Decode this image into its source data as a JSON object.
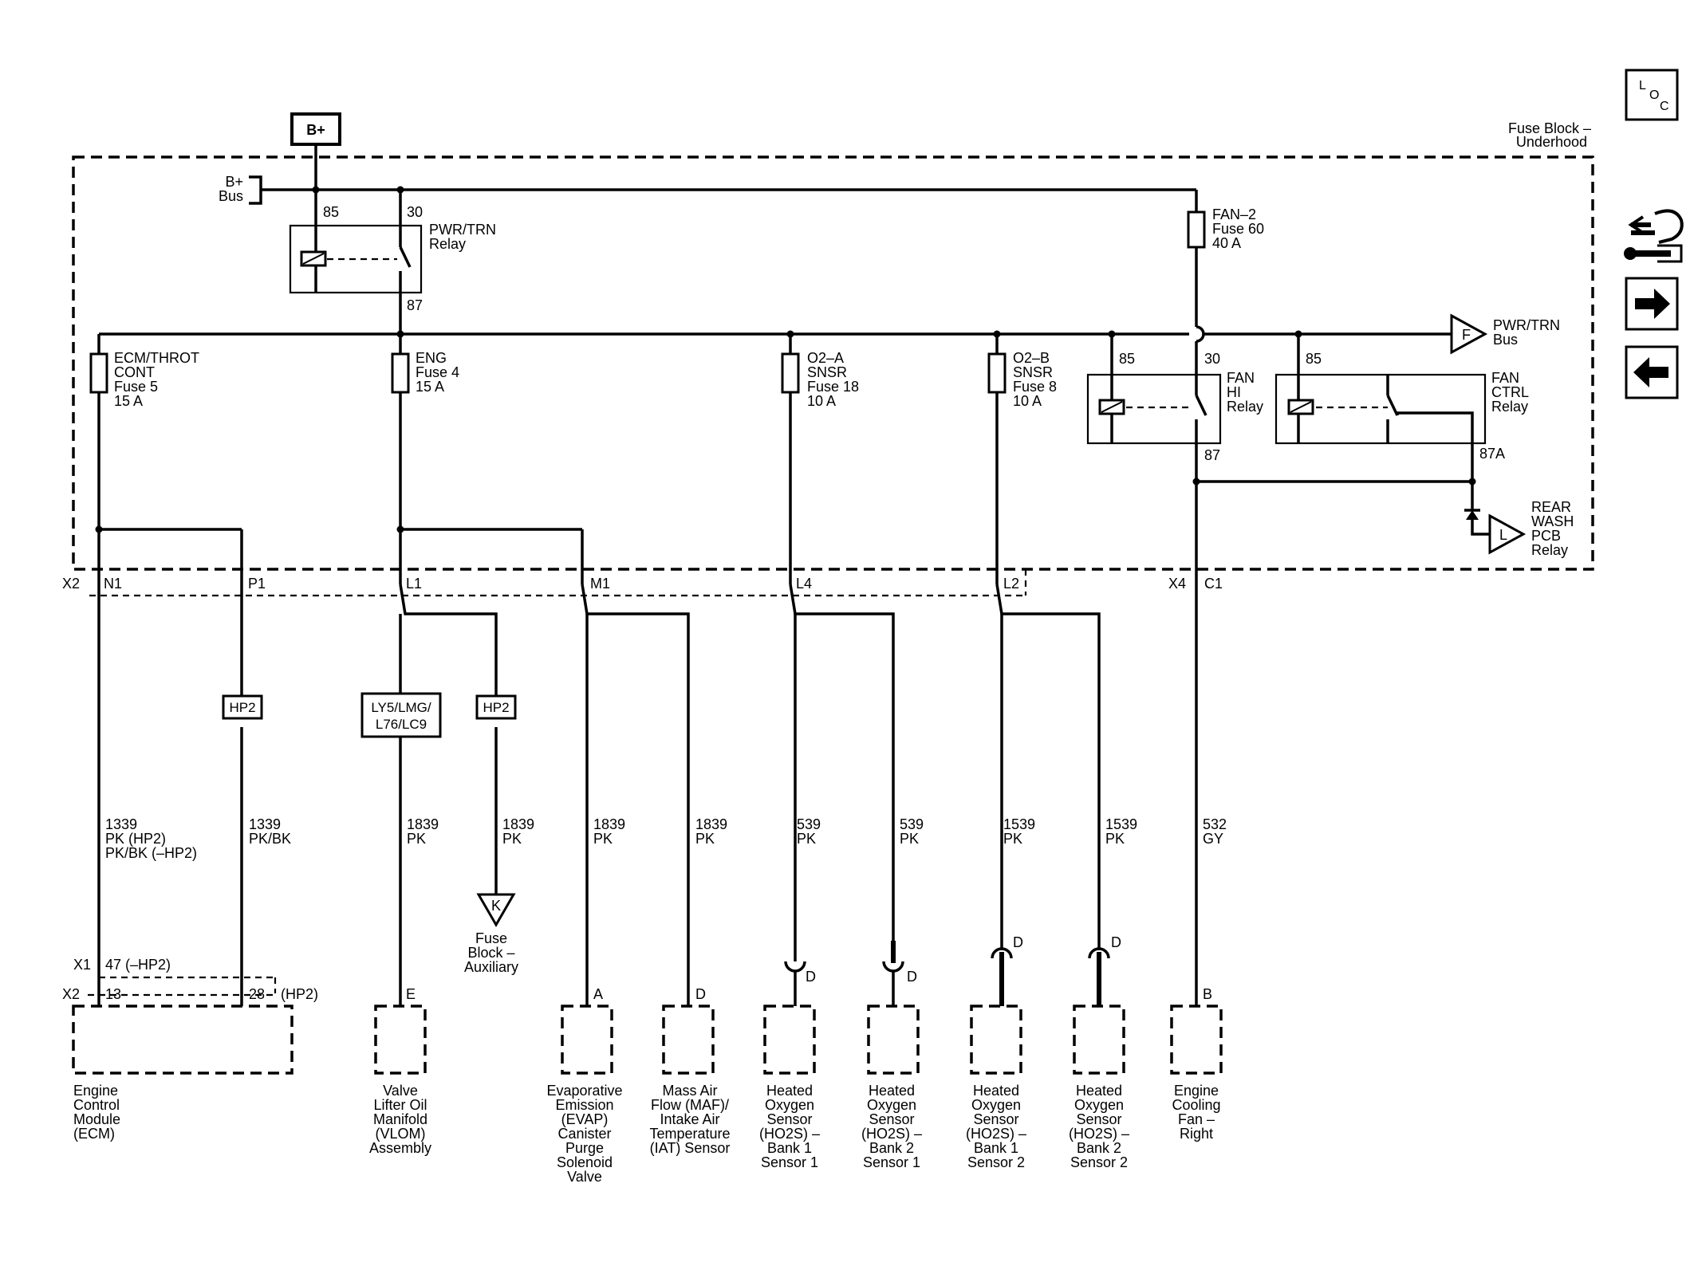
{
  "power": {
    "source": "B+",
    "bus_line1": "B+",
    "bus_line2": "Bus"
  },
  "fuse_block": {
    "line1": "Fuse Block –",
    "line2": "Underhood"
  },
  "nav": {
    "loc_l": "L",
    "loc_o": "O",
    "loc_c": "C"
  },
  "relays": {
    "pwr_trn": {
      "pin_a": "85",
      "pin_b": "30",
      "pin_out": "87",
      "name1": "PWR/TRN",
      "name2": "Relay"
    },
    "fan_hi": {
      "pin_a": "85",
      "pin_b": "30",
      "pin_out": "87",
      "name1": "FAN",
      "name2": "HI",
      "name3": "Relay"
    },
    "fan_ctrl": {
      "pin_a": "85",
      "pin_out": "87A",
      "name1": "FAN",
      "name2": "CTRL",
      "name3": "Relay"
    }
  },
  "fuses": {
    "fan2": {
      "l1": "FAN–2",
      "l2": "Fuse 60",
      "l3": "40 A"
    },
    "ecm": {
      "l1": "ECM/THROT",
      "l2": "CONT",
      "l3": "Fuse 5",
      "l4": "15 A"
    },
    "eng": {
      "l1": "ENG",
      "l2": "Fuse 4",
      "l3": "15 A"
    },
    "o2a": {
      "l1": "O2–A",
      "l2": "SNSR",
      "l3": "Fuse 18",
      "l4": "10 A"
    },
    "o2b": {
      "l1": "O2–B",
      "l2": "SNSR",
      "l3": "Fuse 8",
      "l4": "10 A"
    }
  },
  "buses": {
    "pwrtrn": {
      "letter": "F",
      "l1": "PWR/TRN",
      "l2": "Bus"
    },
    "rearwash": {
      "letter": "L",
      "l1": "REAR",
      "l2": "WASH",
      "l3": "PCB",
      "l4": "Relay"
    },
    "aux": {
      "letter": "K",
      "l1": "Fuse",
      "l2": "Block –",
      "l3": "Auxiliary"
    }
  },
  "connectors": {
    "x2": "X2",
    "n1": "N1",
    "p1": "P1",
    "l1": "L1",
    "m1": "M1",
    "l4": "L4",
    "l2": "L2",
    "x4": "X4",
    "c1": "C1",
    "x1b": "X1",
    "x2b": "X2",
    "p47": "47 (–HP2)",
    "p13": "13",
    "p28": "28",
    "hp2note": "(HP2)"
  },
  "options": {
    "hp2a": "HP2",
    "ly5_1": "LY5/LMG/",
    "ly5_2": "L76/LC9",
    "hp2b": "HP2"
  },
  "wires": [
    {
      "l1": "1339",
      "l2": "PK (HP2)",
      "l3": "PK/BK (–HP2)"
    },
    {
      "l1": "1339",
      "l2": "PK/BK"
    },
    {
      "l1": "1839",
      "l2": "PK"
    },
    {
      "l1": "1839",
      "l2": "PK"
    },
    {
      "l1": "1839",
      "l2": "PK"
    },
    {
      "l1": "1839",
      "l2": "PK"
    },
    {
      "l1": "539",
      "l2": "PK"
    },
    {
      "l1": "539",
      "l2": "PK"
    },
    {
      "l1": "1539",
      "l2": "PK"
    },
    {
      "l1": "1539",
      "l2": "PK"
    },
    {
      "l1": "532",
      "l2": "GY"
    }
  ],
  "pins": {
    "e": "E",
    "a": "A",
    "d1": "D",
    "d2": "D",
    "d3": "D",
    "d4": "D",
    "d5": "D",
    "b": "B"
  },
  "components": [
    {
      "lines": [
        "Engine",
        "Control",
        "Module",
        "(ECM)"
      ]
    },
    {
      "lines": [
        "Valve",
        "Lifter Oil",
        "Manifold",
        "(VLOM)",
        "Assembly"
      ]
    },
    {
      "lines": [
        "Evaporative",
        "Emission",
        "(EVAP)",
        "Canister",
        "Purge",
        "Solenoid",
        "Valve"
      ]
    },
    {
      "lines": [
        "Mass Air",
        "Flow (MAF)/",
        "Intake Air",
        "Temperature",
        "(IAT) Sensor"
      ]
    },
    {
      "lines": [
        "Heated",
        "Oxygen",
        "Sensor",
        "(HO2S) –",
        "Bank 1",
        "Sensor 1"
      ]
    },
    {
      "lines": [
        "Heated",
        "Oxygen",
        "Sensor",
        "(HO2S) –",
        "Bank 2",
        "Sensor 1"
      ]
    },
    {
      "lines": [
        "Heated",
        "Oxygen",
        "Sensor",
        "(HO2S) –",
        "Bank 1",
        "Sensor 2"
      ]
    },
    {
      "lines": [
        "Heated",
        "Oxygen",
        "Sensor",
        "(HO2S) –",
        "Bank 2",
        "Sensor 2"
      ]
    },
    {
      "lines": [
        "Engine",
        "Cooling",
        "Fan –",
        "Right"
      ]
    }
  ]
}
